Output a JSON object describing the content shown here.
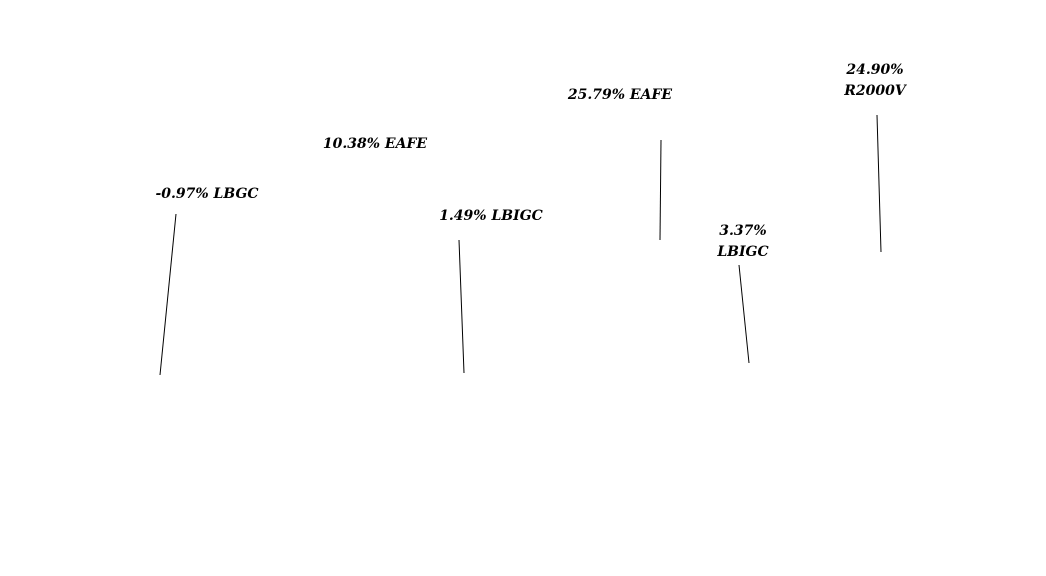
{
  "chart_data": {
    "type": "bar",
    "annotations": [
      {
        "label": "-0.97% LBGC"
      },
      {
        "label": "10.38% EAFE"
      },
      {
        "label": "1.49% LBIGC"
      },
      {
        "label": "25.79% EAFE"
      },
      {
        "label": "3.37% LBIGC"
      },
      {
        "label": "24.90% R2000V"
      }
    ],
    "colors": {
      "text": "#000000",
      "line": "#000000",
      "background": "#ffffff"
    }
  }
}
